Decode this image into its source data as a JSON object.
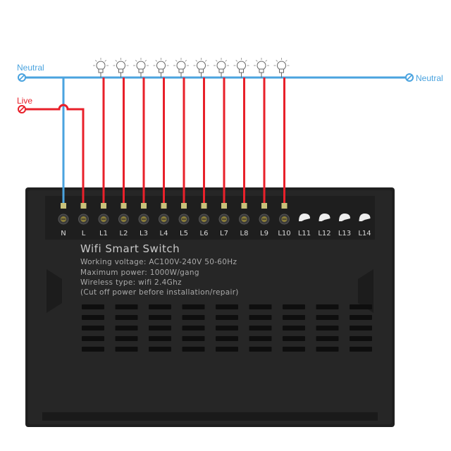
{
  "wires": {
    "neutral_left_label": "Neutral",
    "neutral_right_label": "Neutral",
    "live_label": "Live",
    "neutral_color": "#4aa3df",
    "live_color": "#e8202a"
  },
  "device": {
    "title": "Wifi Smart Switch",
    "specs": [
      "Working voltage: AC100V-240V 50-60Hz",
      "Maximum power: 1000W/gang",
      "Wireless type: wifi 2.4Ghz",
      "(Cut off power before installation/repair)"
    ],
    "terminals": [
      "N",
      "L",
      "L1",
      "L2",
      "L3",
      "L4",
      "L5",
      "L6",
      "L7",
      "L8",
      "L9",
      "L10",
      "L11",
      "L12",
      "L13",
      "L14"
    ],
    "connected_loads": 10,
    "body_color": "#222222"
  },
  "icons": {
    "bulb": "light-bulb-icon",
    "wire_end": "wire-end-circle-icon"
  }
}
